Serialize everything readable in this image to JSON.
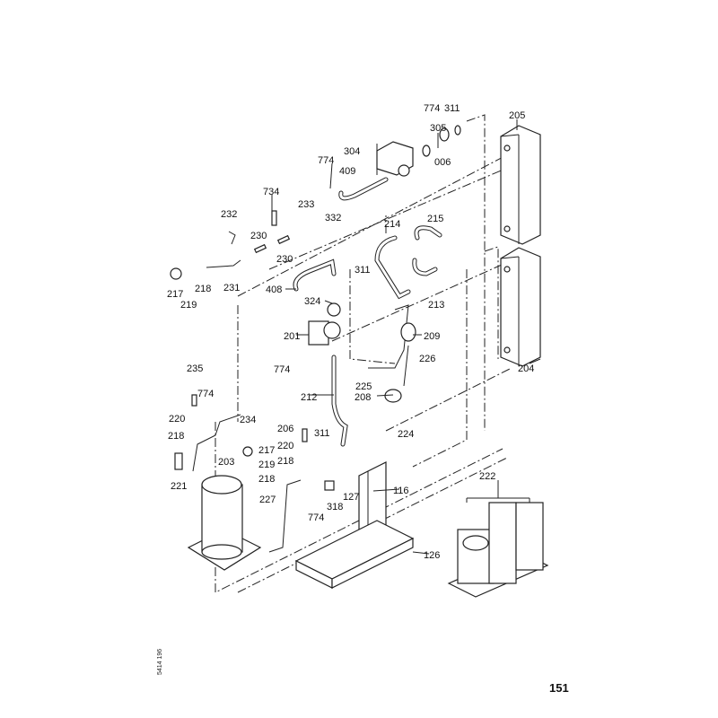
{
  "diagram": {
    "labels": [
      "305",
      "774",
      "311",
      "205",
      "304",
      "006",
      "409",
      "774",
      "734",
      "233",
      "332",
      "232",
      "214",
      "215",
      "230",
      "230",
      "311",
      "217",
      "218",
      "231",
      "219",
      "408",
      "324",
      "213",
      "201",
      "209",
      "774",
      "226",
      "235",
      "774",
      "225",
      "212",
      "208",
      "220",
      "234",
      "218",
      "224",
      "206",
      "311",
      "220",
      "217",
      "219",
      "218",
      "203",
      "218",
      "221",
      "227",
      "127",
      "116",
      "774",
      "318",
      "222",
      "126",
      "204"
    ],
    "page_number": "151",
    "document_code": "5414 196"
  }
}
